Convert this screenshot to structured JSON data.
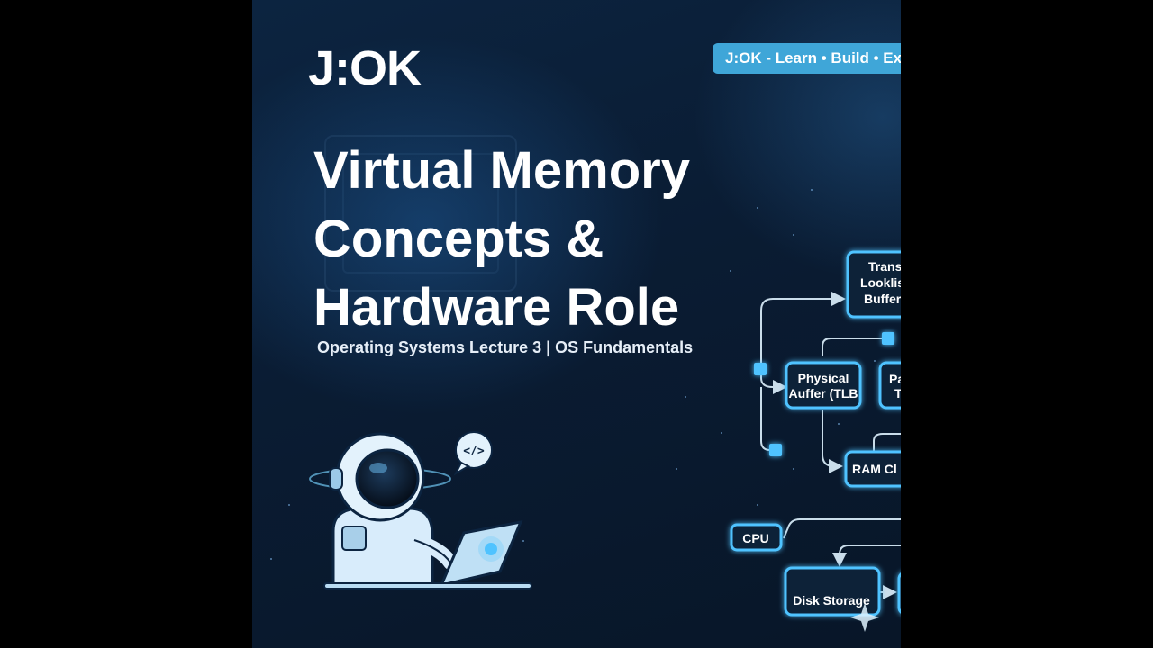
{
  "logo": "J:OK",
  "tagline": "J:OK - Learn • Build • Expl",
  "title": {
    "line1": "Virtual Memory",
    "line2": "Concepts &",
    "line3": "Hardware Role"
  },
  "subtitle": "Operating Systems Lecture 3 | OS Fundamentals",
  "speech_bubble": "</>",
  "diagram": {
    "tlb_line1": "Trans",
    "tlb_line2": "Looklis",
    "tlb_line3": "Buffer",
    "physical_line1": "Physical",
    "physical_line2": "Auffer (TLB",
    "page_line1": "Pa",
    "page_line2": "T",
    "ram": "RAM  Cl",
    "cpu": "CPU",
    "disk": "Disk Storage"
  },
  "colors": {
    "background": "#0a1c33",
    "accent": "#3fa6d8",
    "node_glow": "#4fc3ff"
  }
}
